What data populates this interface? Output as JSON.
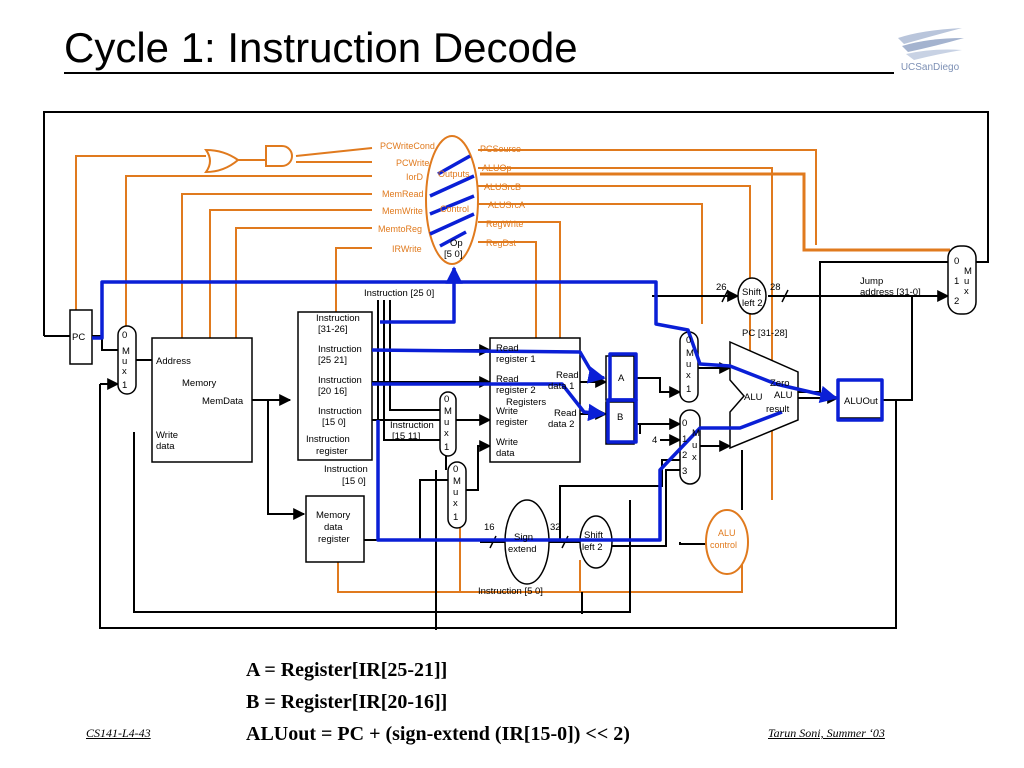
{
  "title": "Cycle 1: Instruction Decode",
  "logo": {
    "text": "UCSanDiego",
    "icon": "uc-san-diego-logo"
  },
  "colors": {
    "datapath": "#000000",
    "control": "#e07a1e",
    "highlight": "#0a1fd6"
  },
  "diagram": {
    "control_signals_left": [
      "PCWriteCond",
      "PCWrite",
      "IorD",
      "MemRead",
      "MemWrite",
      "MemtoReg",
      "IRWrite"
    ],
    "control_signals_right": [
      "PCSource",
      "ALUOp",
      "ALUSrcB",
      "ALUSrcA",
      "RegWrite",
      "RegDst"
    ],
    "control": {
      "outputs": "Outputs",
      "name": "Control",
      "op": "Op",
      "op_bits": "[5   0]"
    },
    "pc": "PC",
    "mux_labels": {
      "zero": "0",
      "one": "1",
      "two": "2",
      "three": "3",
      "m": "M",
      "u": "u",
      "x": "x"
    },
    "memory": {
      "address": "Address",
      "memory": "Memory",
      "memdata": "MemData",
      "write": "Write",
      "data": "data"
    },
    "instruction_register": {
      "f1": "Instruction",
      "f1b": "[31-26]",
      "f2": "Instruction",
      "f2b": "[25   21]",
      "f3": "Instruction",
      "f3b": "[20   16]",
      "f4": "Instruction",
      "f4b": "[15   0]",
      "name1": "Instruction",
      "name2": "register"
    },
    "instr_25_0": "Instruction [25   0]",
    "instr_15_11_a": "Instruction",
    "instr_15_11_b": "[15   11]",
    "instr_15_0_a": "Instruction",
    "instr_15_0_b": "[15   0]",
    "instr_5_0": "Instruction [5   0]",
    "mdr": [
      "Memory",
      "data",
      "register"
    ],
    "registers": {
      "read_reg1_a": "Read",
      "read_reg1_b": "register 1",
      "read_reg2_a": "Read",
      "read_reg2_b": "register 2",
      "registers": "Registers",
      "write_reg_a": "Write",
      "write_reg_b": "register",
      "write_data_a": "Write",
      "write_data_b": "data",
      "read_data1_a": "Read",
      "read_data1_b": "data 1",
      "read_data2_a": "Read",
      "read_data2_b": "data 2"
    },
    "reg_a": "A",
    "reg_b": "B",
    "alu": {
      "name": "ALU",
      "zero": "Zero",
      "alu": "ALU",
      "result": "result"
    },
    "aluout": "ALUOut",
    "alu_control": [
      "ALU",
      "control"
    ],
    "sign_extend": [
      "Sign",
      "extend"
    ],
    "shift_left2": [
      "Shift",
      "left 2"
    ],
    "bit_16": "16",
    "bit_32": "32",
    "bit_26": "26",
    "bit_28": "28",
    "const_4": "4",
    "pc_31_28": "PC [31-28]",
    "jump": [
      "Jump",
      "address [31-0]"
    ]
  },
  "equations": [
    "A = Register[IR[25-21]]",
    "B = Register[IR[20-16]]",
    "ALUout = PC + (sign-extend (IR[15-0]) << 2)"
  ],
  "footer": {
    "left": "CS141-L4-43",
    "right": "Tarun Soni, Summer ‘03"
  }
}
